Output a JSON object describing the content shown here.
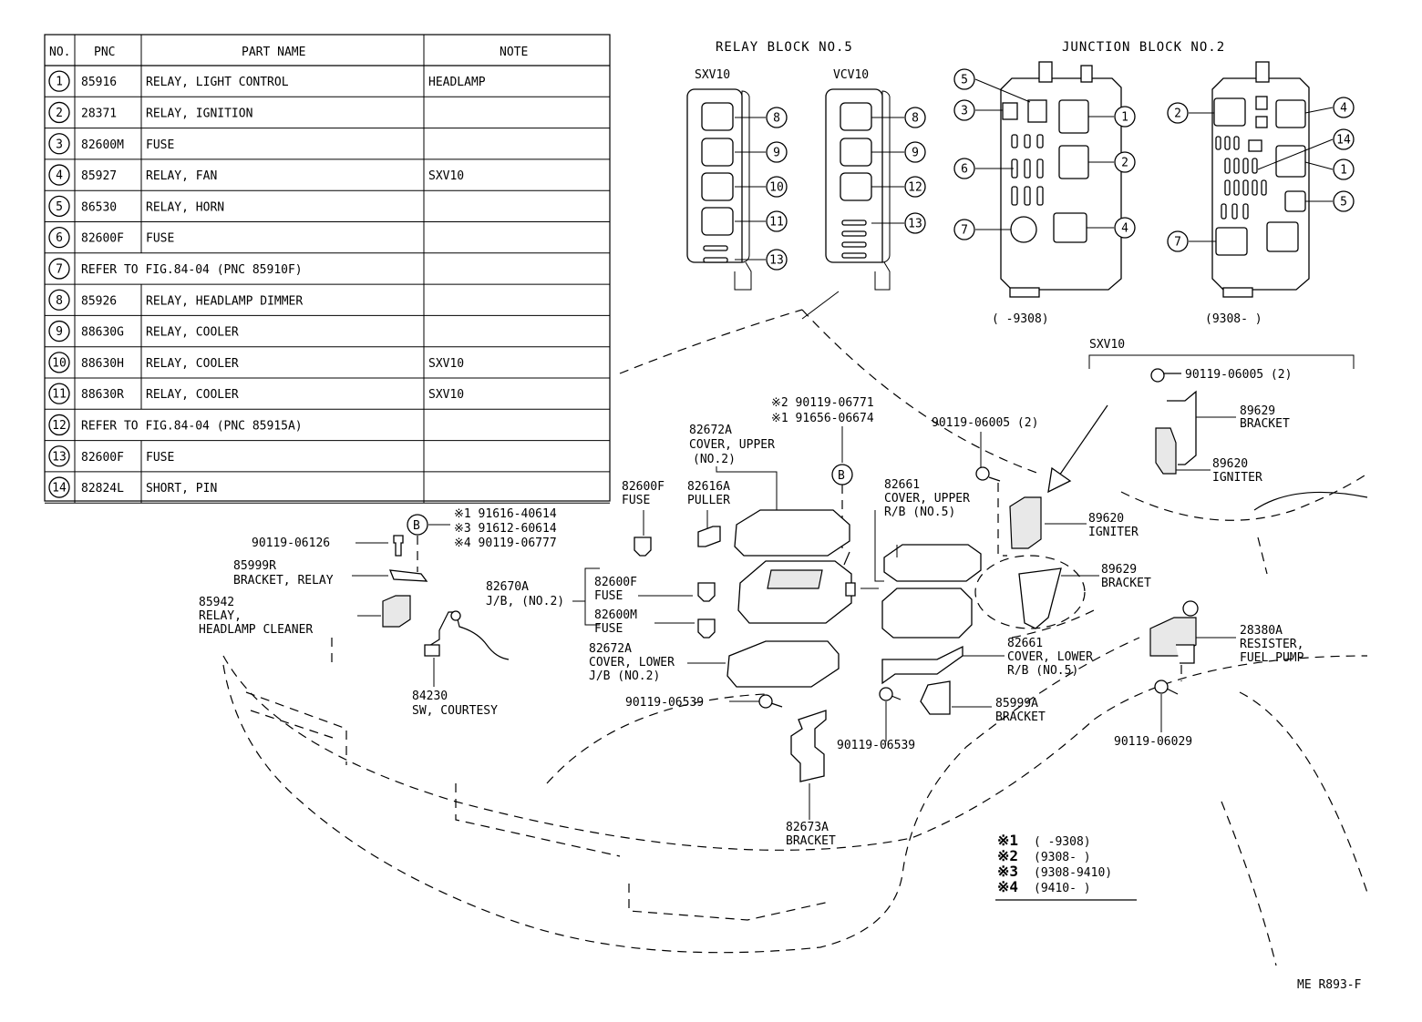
{
  "table": {
    "headers": [
      "NO.",
      "PNC",
      "PART NAME",
      "NOTE"
    ],
    "rows": [
      {
        "no": "1",
        "pnc": "85916",
        "name": "RELAY, LIGHT CONTROL",
        "note": "HEADLAMP"
      },
      {
        "no": "2",
        "pnc": "28371",
        "name": "RELAY, IGNITION",
        "note": ""
      },
      {
        "no": "3",
        "pnc": "82600M",
        "name": "FUSE",
        "note": ""
      },
      {
        "no": "4",
        "pnc": "85927",
        "name": "RELAY, FAN",
        "note": "SXV10"
      },
      {
        "no": "5",
        "pnc": "86530",
        "name": "RELAY, HORN",
        "note": ""
      },
      {
        "no": "6",
        "pnc": "82600F",
        "name": "FUSE",
        "note": ""
      },
      {
        "no": "7",
        "pnc": "",
        "name": "REFER TO FIG.84-04  (PNC 85910F)",
        "note": ""
      },
      {
        "no": "8",
        "pnc": "85926",
        "name": "RELAY, HEADLAMP DIMMER",
        "note": ""
      },
      {
        "no": "9",
        "pnc": "88630G",
        "name": "RELAY, COOLER",
        "note": ""
      },
      {
        "no": "10",
        "pnc": "88630H",
        "name": "RELAY, COOLER",
        "note": "SXV10"
      },
      {
        "no": "11",
        "pnc": "88630R",
        "name": "RELAY, COOLER",
        "note": "SXV10"
      },
      {
        "no": "12",
        "pnc": "",
        "name": "REFER TO FIG.84-04  (PNC 85915A)",
        "note": ""
      },
      {
        "no": "13",
        "pnc": "82600F",
        "name": "FUSE",
        "note": ""
      },
      {
        "no": "14",
        "pnc": "82824L",
        "name": "SHORT, PIN",
        "note": ""
      }
    ]
  },
  "relay_block": {
    "title": "RELAY BLOCK NO.5",
    "left_variant": "SXV10",
    "right_variant": "VCV10",
    "left_callouts": [
      "8",
      "9",
      "10",
      "11",
      "13"
    ],
    "right_callouts": [
      "8",
      "9",
      "12",
      "13"
    ]
  },
  "junction_block": {
    "title": "JUNCTION BLOCK NO.2",
    "left_range": "(      -9308)",
    "right_range": "(9308-      )",
    "left_callouts": [
      "5",
      "3",
      "6",
      "7",
      "1",
      "2",
      "4"
    ],
    "right_callouts": [
      "2",
      "4",
      "14",
      "1",
      "5",
      "7"
    ]
  },
  "labels": {
    "sxv10_section": "SXV10",
    "b_marker": "B",
    "sym1_b": "※1  91616-40614",
    "sym3_b": "※3  91612-60614",
    "sym4_b": "※4  90119-06777",
    "bolt_left": "90119-06126",
    "bracket_relay_pnc": "85999R",
    "bracket_relay_name": "BRACKET, RELAY",
    "relay_cleaner_pnc": "85942",
    "relay_cleaner_name1": "RELAY,",
    "relay_cleaner_name2": "HEADLAMP  CLEANER",
    "sw_courtesy_pnc": "84230",
    "sw_courtesy_name": "SW, COURTESY",
    "cover_upper_pnc": "82672A",
    "cover_upper_name1": "COVER, UPPER",
    "cover_upper_name2": "(NO.2)",
    "fuse_f_pnc": "82600F",
    "fuse_f_name": "FUSE",
    "puller_pnc": "82616A",
    "puller_name": "PULLER",
    "sym2_top": "※2 90119-06771",
    "sym1_top": "※1 91656-06674",
    "jb_pnc": "82670A",
    "jb_name": "J/B,  (NO.2)",
    "fuse_f2_pnc": "82600F",
    "fuse_f2_name": "FUSE",
    "fuse_m_pnc": "82600M",
    "fuse_m_name": "FUSE",
    "cover_lower_pnc": "82672A",
    "cover_lower_name1": "COVER, LOWER",
    "cover_lower_name2": "J/B (NO.2)",
    "bolt_mid": "90119-06539",
    "bracket_bottom_pnc": "82673A",
    "bracket_bottom_name": "BRACKET",
    "rb_upper_pnc": "82661",
    "rb_upper_name1": "COVER, UPPER",
    "rb_upper_name2": "R/B (NO.5)",
    "bolt_center": "90119-06005 (2)",
    "rb_lower_pnc": "82661",
    "rb_lower_name1": "COVER, LOWER",
    "rb_lower_name2": "R/B (NO.5)",
    "bolt_bottom_center": "90119-06539",
    "bracket_85999a_pnc": "85999A",
    "bracket_85999a_name": "BRACKET",
    "igniter_pnc": "89620",
    "igniter_name": "IGNITER",
    "bracket_89629_pnc": "89629",
    "bracket_89629_name": "BRACKET",
    "sxv_bolt": "90119-06005 (2)",
    "sxv_bracket_pnc": "89629",
    "sxv_bracket_name": "BRACKET",
    "sxv_igniter_pnc": "89620",
    "sxv_igniter_name": "IGNITER",
    "resister_pnc": "28380A",
    "resister_name1": "RESISTER,",
    "resister_name2": "FUEL  PUMP",
    "bolt_right": "90119-06029"
  },
  "legend": [
    {
      "mark": "※1",
      "range": "(      -9308)"
    },
    {
      "mark": "※2",
      "range": "(9308-      )"
    },
    {
      "mark": "※3",
      "range": "(9308-9410)"
    },
    {
      "mark": "※4",
      "range": "(9410-      )"
    }
  ],
  "figure_code": "ME R893-F"
}
